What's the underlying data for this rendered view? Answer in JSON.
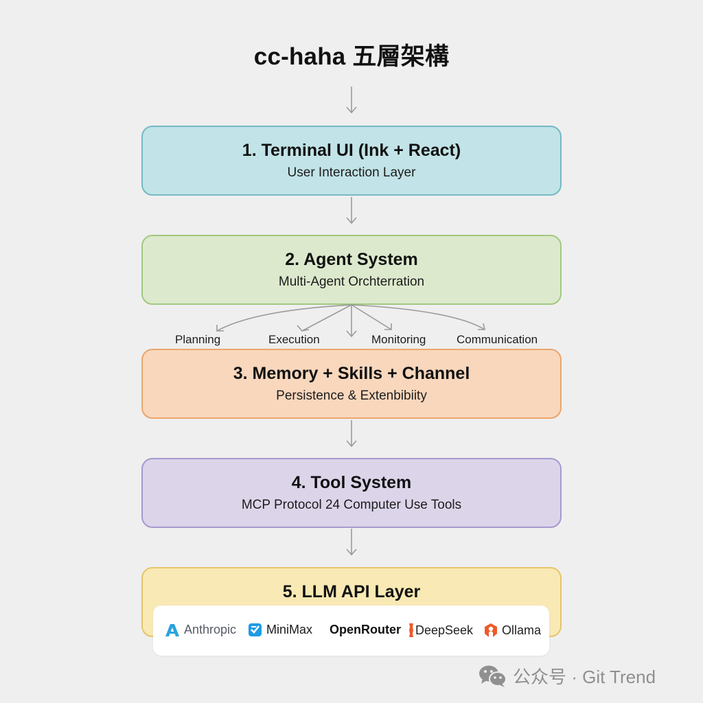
{
  "title": "cc-haha 五層架構",
  "colors": {
    "background": "#efefef",
    "arrow": "#9a9a9a",
    "layer1_fill": "#c2e3e7",
    "layer1_border": "#74b9c6",
    "layer2_fill": "#dde9cd",
    "layer2_border": "#a2c97f",
    "layer3_fill": "#f8d7bd",
    "layer3_border": "#eca56c",
    "layer4_fill": "#dcd5ea",
    "layer4_border": "#a699cd",
    "layer5_fill": "#f9e9b4",
    "layer5_border": "#e6c46a"
  },
  "layers": [
    {
      "title": "1. Terminal UI (Ink + React)",
      "subtitle": "User Interaction Layer"
    },
    {
      "title": "2. Agent System",
      "subtitle": "Multi-Agent Orchterration"
    },
    {
      "title": "3. Memory + Skills + Channel",
      "subtitle": "Persistence & Extenbibiity"
    },
    {
      "title": "4. Tool System",
      "subtitle": "MCP Protocol 24 Computer Use Tools"
    },
    {
      "title": "5. LLM API Layer"
    }
  ],
  "agent_branches": [
    "Planning",
    "Execution",
    "Monitoring",
    "Communication"
  ],
  "providers": [
    {
      "name": "Anthropic",
      "icon": "anthropic-logo-icon",
      "color": "#2aa3dc"
    },
    {
      "name": "MiniMax",
      "icon": "minimax-logo-icon",
      "color": "#1e9be6"
    },
    {
      "name": "OpenRouter"
    },
    {
      "name": "DeepSeek",
      "icon": "deepseek-logo-icon",
      "color": "#ee5a2a"
    },
    {
      "name": "Ollama",
      "icon": "ollama-logo-icon",
      "color": "#ee5a2a"
    }
  ],
  "watermark": {
    "icon": "wechat-icon",
    "text": "公众号 · Git Trend"
  }
}
